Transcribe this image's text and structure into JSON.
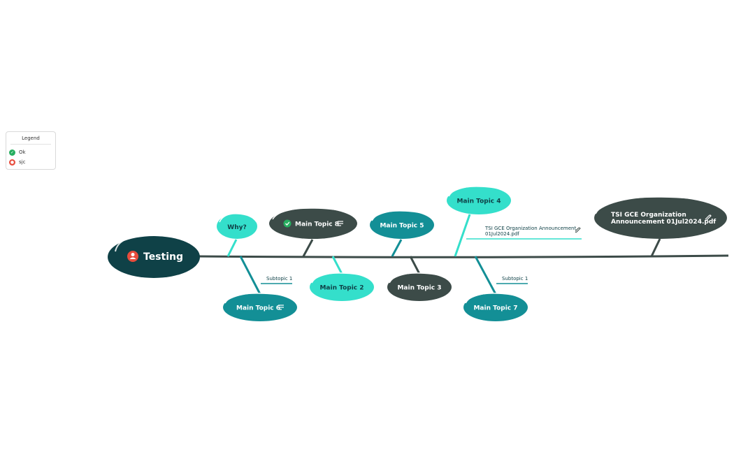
{
  "legend": {
    "title": "Legend",
    "items": [
      {
        "label": "Ok",
        "icon": "check-icon",
        "color": "#27ae60"
      },
      {
        "label": "sjc",
        "icon": "person-icon",
        "color": "#e74c3c"
      }
    ]
  },
  "diagram": {
    "root": {
      "label": "Testing",
      "icon": "person-icon"
    },
    "topics": {
      "why": {
        "label": "Why?"
      },
      "t8": {
        "label": "Main Topic 8",
        "icon": "check-icon",
        "note_icon": "notes-icon"
      },
      "t5": {
        "label": "Main Topic 5"
      },
      "t4": {
        "label": "Main Topic 4"
      },
      "tsi": {
        "line1": "TSI GCE Organization",
        "line2": "Announcement 01Jul2024.pdf",
        "attach_icon": "paperclip-icon"
      },
      "t6": {
        "label": "Main Topic 6",
        "note_icon": "notes-icon"
      },
      "t2": {
        "label": "Main Topic 2"
      },
      "t3": {
        "label": "Main Topic 3"
      },
      "t7": {
        "label": "Main Topic 7"
      }
    },
    "subtopics": {
      "s6": {
        "label": "Subtopic 1"
      },
      "s7": {
        "label": "Subtopic 1"
      },
      "attachment": {
        "line1": "TSI GCE Organization Announcement",
        "line2": "01Jul2024.pdf",
        "icon": "paperclip-icon"
      }
    }
  },
  "colors": {
    "dark": "#0f4147",
    "charcoal": "#3c4b48",
    "teal": "#138f96",
    "aqua": "#34dfcb"
  }
}
